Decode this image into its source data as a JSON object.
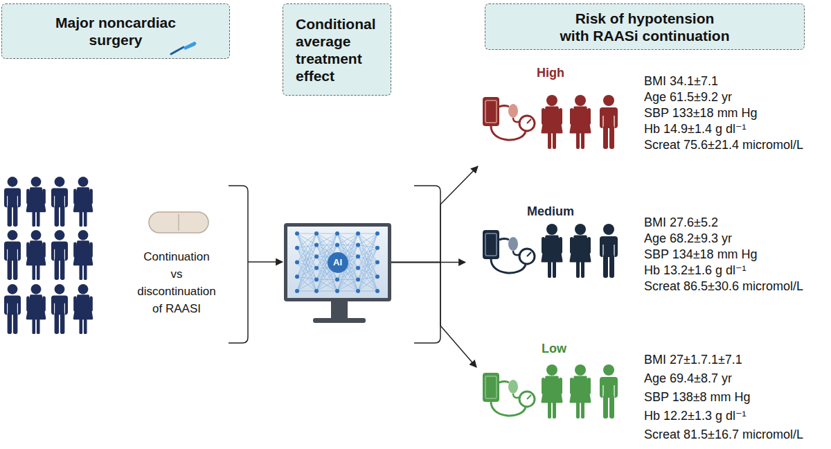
{
  "diagram": {
    "nodes": [
      {
        "text": [
          "Major noncardiac surgery"
        ]
      },
      {
        "text": [
          "Conditional average treatment effect"
        ]
      },
      {
        "text": [
          "Risk of hypotension with RAASi continuation"
        ]
      },
      {
        "text": [
          "AI"
        ]
      },
      {
        "text": [
          "High",
          "BMI 34.1±7.1",
          "Age 61.5±9.2 yr",
          "SBP 133±18 mm Hg",
          "Hb 14.9±1.4 g dl⁻¹",
          "Screat 75.6±21.4 micromol/L"
        ]
      },
      {
        "text": [
          "Medium",
          "BMI 27.6±5.2",
          "Age 68.2±9.3 yr",
          "SBP 134±18 mm Hg",
          "Hb 13.2±1.6 g dl⁻¹",
          "Screat 86.5±30.6 micromol/L"
        ]
      },
      {
        "text": [
          "Low",
          "BMI 27±1.7.1±7.1",
          "Age 69.4±8.7 yr",
          "SBP 138±8 mm Hg",
          "Hb 12.2±1.3 g dl⁻¹",
          "Screat 81.5±16.7 micromol/L"
        ]
      }
    ],
    "edges": [
      {
        "from": 3,
        "to": 4,
        "arrow": "to"
      },
      {
        "from": 3,
        "to": 5,
        "arrow": "to"
      },
      {
        "from": 3,
        "to": 6,
        "arrow": "to"
      }
    ],
    "labels": [
      "Continuation vs discontinuation of RAASI"
    ]
  }
}
